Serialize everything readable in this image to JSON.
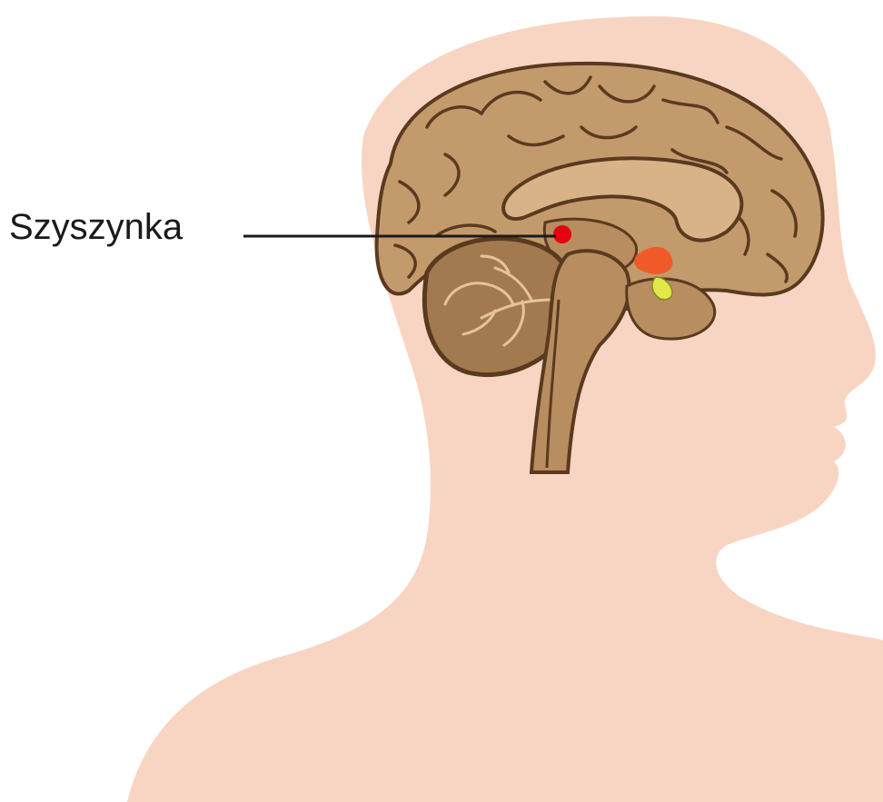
{
  "labels": {
    "pineal_gland": "Szyszynka"
  },
  "colors": {
    "skin": "#f8d5c3",
    "brain": "#c39a6b",
    "brain_outline": "#5a3a1f",
    "pineal_dot": "#e60012",
    "hypothalamus": "#f05a28",
    "pituitary": "#e2e84a",
    "leader_line": "#1a1a1a"
  },
  "icons": {
    "head": "head-profile-silhouette",
    "brain": "brain-sagittal-section"
  }
}
